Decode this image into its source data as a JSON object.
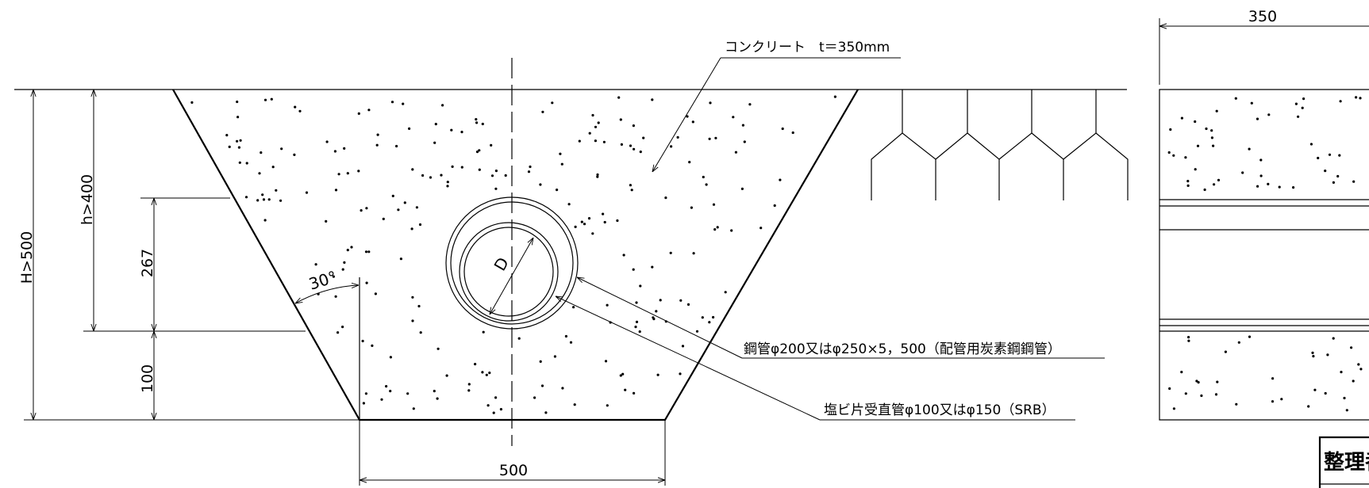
{
  "labels": {
    "concrete": "コンクリート　t＝350mm",
    "steel_pipe": "鋼管φ200又はφ250×5，500（配管用炭素鋼鋼管）",
    "pvc_pipe": "塩ビ片受直管φ100又はφ150（SRB）",
    "diameter": "D",
    "angle": "30°",
    "title_block": "整理番"
  },
  "dimensions": {
    "total_height": "H>500",
    "upper_height": "h>400",
    "pipe_height": "267",
    "base_height": "100",
    "base_width": "500",
    "side_width": "350"
  }
}
